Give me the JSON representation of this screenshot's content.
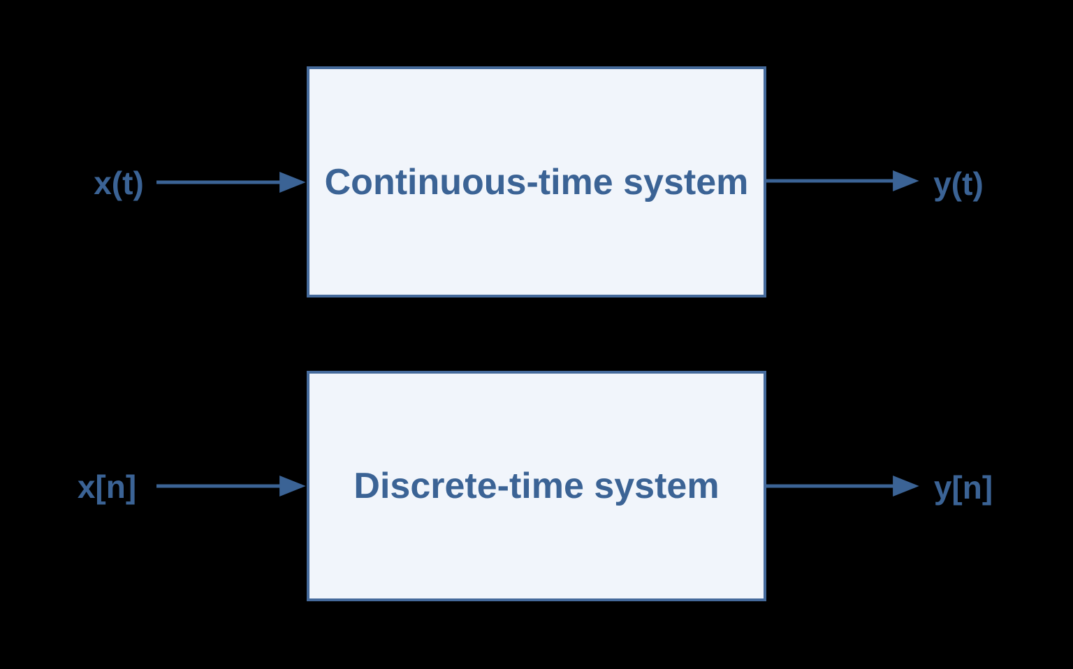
{
  "colors": {
    "background": "#000000",
    "accent": "#3B6395",
    "box_fill": "#F1F5FB",
    "box_border": "#456A9B"
  },
  "diagrams": [
    {
      "name": "continuous-time",
      "input_label": "x(t)",
      "box_label": "Continuous-time system",
      "output_label": "y(t)"
    },
    {
      "name": "discrete-time",
      "input_label": "x[n]",
      "box_label": "Discrete-time system",
      "output_label": "y[n]"
    }
  ]
}
